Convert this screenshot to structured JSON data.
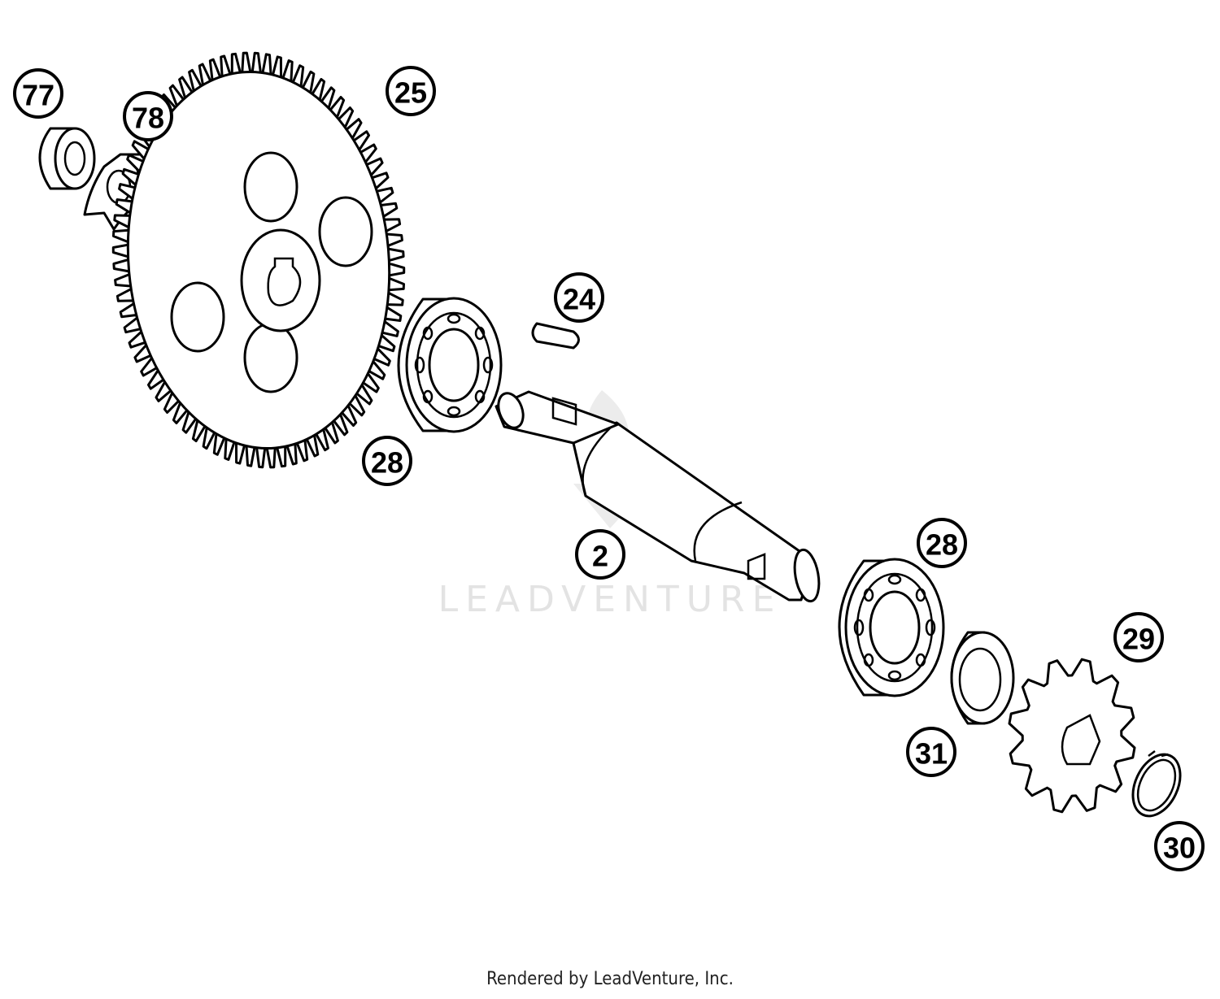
{
  "watermark": {
    "text": "LEADVENTURE"
  },
  "callouts": [
    {
      "id": "77",
      "label": "77"
    },
    {
      "id": "78",
      "label": "78"
    },
    {
      "id": "25",
      "label": "25"
    },
    {
      "id": "24",
      "label": "24"
    },
    {
      "id": "28a",
      "label": "28"
    },
    {
      "id": "2",
      "label": "2"
    },
    {
      "id": "28b",
      "label": "28"
    },
    {
      "id": "29",
      "label": "29"
    },
    {
      "id": "31",
      "label": "31"
    },
    {
      "id": "30",
      "label": "30"
    }
  ],
  "footer": {
    "text": "Rendered by LeadVenture, Inc."
  }
}
